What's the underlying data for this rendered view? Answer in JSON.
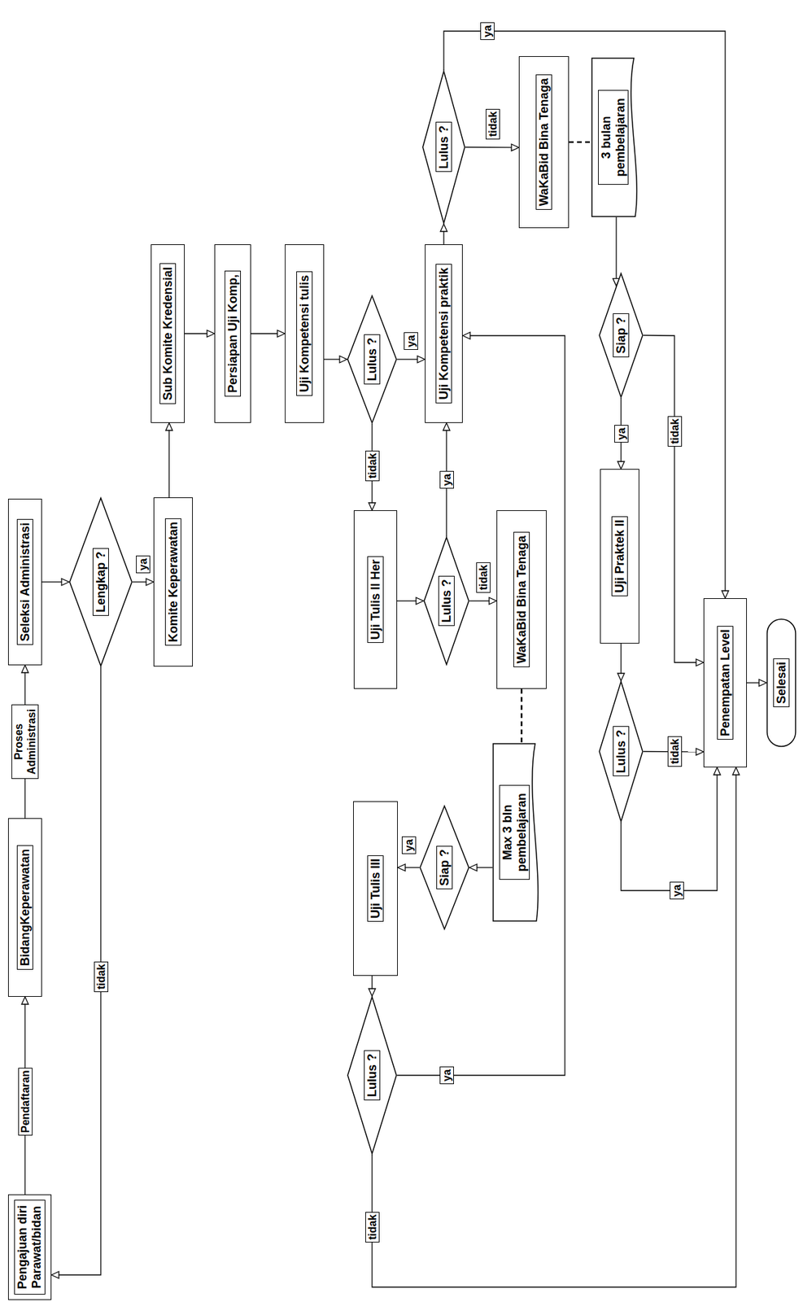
{
  "diagram": {
    "nodes": [
      {
        "text": [
          "Pengajuan diri Parawat/bidan"
        ]
      },
      {
        "text": [
          "BidangKeperawatan"
        ]
      },
      {
        "text": [
          "Seleksi Administrasi"
        ]
      },
      {
        "text": [
          "Lengkap ?"
        ]
      },
      {
        "text": [
          "Komite Keperawatan"
        ]
      },
      {
        "text": [
          "Sub Komite Kredensial"
        ]
      },
      {
        "text": [
          "Persiapan Uji Komp,"
        ]
      },
      {
        "text": [
          "Uji Kompetensi tulis"
        ]
      },
      {
        "text": [
          "Lulus ?"
        ]
      },
      {
        "text": [
          "Uji Tulis II Her"
        ]
      },
      {
        "text": [
          "Lulus ?"
        ]
      },
      {
        "text": [
          "Uji Kompetensi praktik"
        ]
      },
      {
        "text": [
          "Lulus ?"
        ]
      },
      {
        "text": [
          "WaKaBid Bina Tenaga"
        ]
      },
      {
        "text": [
          "3 bulan pembelajaran"
        ]
      },
      {
        "text": [
          "Siap ?"
        ]
      },
      {
        "text": [
          "Uji Praktek II"
        ]
      },
      {
        "text": [
          "Lulus ?"
        ]
      },
      {
        "text": [
          "WaKaBid Bina Tenaga"
        ]
      },
      {
        "text": [
          "Max 3 bln pembelajaran"
        ]
      },
      {
        "text": [
          "Siap ?"
        ]
      },
      {
        "text": [
          "Uji Tulis III"
        ]
      },
      {
        "text": [
          "Lulus ?"
        ]
      },
      {
        "text": [
          "Penempatan Level"
        ]
      },
      {
        "text": [
          "Selesai"
        ]
      }
    ],
    "edges": [
      {
        "from": 0,
        "to": 1,
        "label": "Pendaftaran",
        "arrow": "to"
      },
      {
        "from": 1,
        "to": 2,
        "label": "Proses Administrasi",
        "arrow": "to"
      },
      {
        "from": 2,
        "to": 3,
        "arrow": "to"
      },
      {
        "from": 3,
        "to": 4,
        "label": "ya",
        "arrow": "to"
      },
      {
        "from": 3,
        "to": 0,
        "label": "tidak",
        "arrow": "to"
      },
      {
        "from": 4,
        "to": 5,
        "arrow": "to"
      },
      {
        "from": 5,
        "to": 6,
        "arrow": "to"
      },
      {
        "from": 6,
        "to": 7,
        "arrow": "to"
      },
      {
        "from": 7,
        "to": 8,
        "arrow": "to"
      },
      {
        "from": 8,
        "to": 11,
        "label": "ya",
        "arrow": "to"
      },
      {
        "from": 8,
        "to": 9,
        "label": "tidak",
        "arrow": "to"
      },
      {
        "from": 9,
        "to": 10,
        "arrow": "to"
      },
      {
        "from": 10,
        "to": 11,
        "label": "ya",
        "arrow": "to"
      },
      {
        "from": 10,
        "to": 18,
        "label": "tidak",
        "arrow": "to"
      },
      {
        "from": 18,
        "to": 19,
        "arrow": "none"
      },
      {
        "from": 19,
        "to": 20,
        "arrow": "to"
      },
      {
        "from": 20,
        "to": 21,
        "label": "ya",
        "arrow": "to"
      },
      {
        "from": 21,
        "to": 22,
        "arrow": "to"
      },
      {
        "from": 22,
        "to": 11,
        "label": "ya",
        "arrow": "to"
      },
      {
        "from": 22,
        "to": 23,
        "label": "tidak",
        "arrow": "to"
      },
      {
        "from": 11,
        "to": 12,
        "arrow": "to"
      },
      {
        "from": 12,
        "to": 23,
        "label": "ya",
        "arrow": "to"
      },
      {
        "from": 12,
        "to": 13,
        "label": "tidak",
        "arrow": "to"
      },
      {
        "from": 13,
        "to": 14,
        "arrow": "none"
      },
      {
        "from": 14,
        "to": 15,
        "arrow": "to"
      },
      {
        "from": 15,
        "to": 16,
        "label": "ya",
        "arrow": "to"
      },
      {
        "from": 15,
        "to": 23,
        "label": "tidak",
        "arrow": "to"
      },
      {
        "from": 16,
        "to": 17,
        "arrow": "to"
      },
      {
        "from": 17,
        "to": 23,
        "label": "tidak",
        "arrow": "to"
      },
      {
        "from": 17,
        "to": 23,
        "label": "ya",
        "arrow": "to"
      },
      {
        "from": 23,
        "to": 24,
        "arrow": "to"
      }
    ]
  }
}
